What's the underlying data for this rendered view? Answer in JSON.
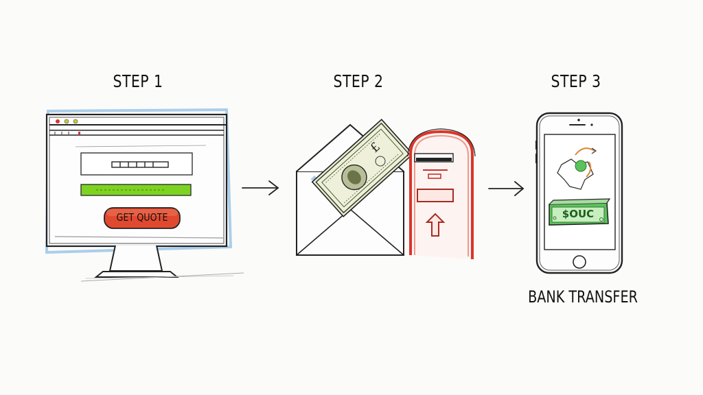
{
  "steps": [
    {
      "title": "STEP 1",
      "illustration": "desktop-monitor-browser",
      "button_label": "GET QUOTE",
      "button_color": "#e0492f",
      "progress_bar_color": "#7ed321"
    },
    {
      "title": "STEP 2",
      "illustration": "envelope-with-cash-and-mailbox",
      "mailbox_color": "#d9362a"
    },
    {
      "title": "STEP 3",
      "illustration": "smartphone-bank-transfer",
      "bill_label": "$OUC",
      "caption": "BANK TRANSFER",
      "bill_color": "#5cc25c"
    }
  ],
  "connectors": [
    {
      "from": "step-1",
      "to": "step-2",
      "icon": "arrow-right-icon"
    },
    {
      "from": "step-2",
      "to": "step-3",
      "icon": "arrow-right-icon"
    }
  ],
  "colors": {
    "background": "#fbfbfa",
    "ink": "#111111",
    "sketch_blue": "#8fbfe6"
  }
}
